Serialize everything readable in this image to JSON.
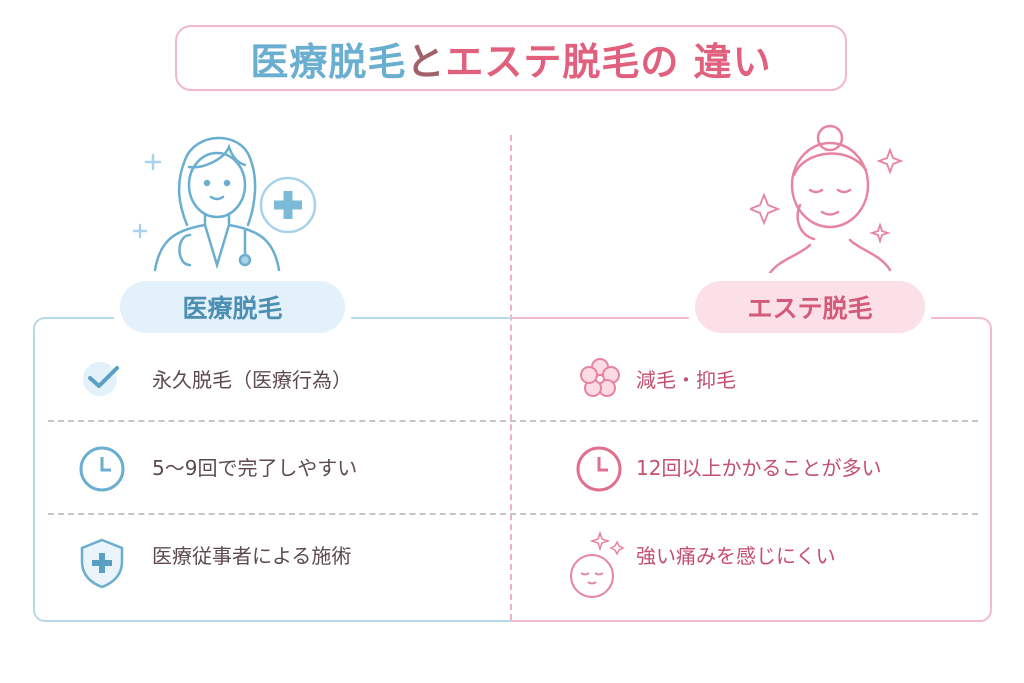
{
  "title": {
    "part1": "医療脱毛",
    "part2": "と",
    "part3": "エステ脱毛",
    "part4": "の 違い"
  },
  "colors": {
    "blue": "#6aaed0",
    "pink": "#e0607e",
    "text_dark": "#5d4a4e"
  },
  "left": {
    "label": "医療脱毛",
    "illustration": "doctor-icon",
    "rows": [
      {
        "icon": "check-icon",
        "text": "永久脱毛（医療行為）"
      },
      {
        "icon": "clock-icon",
        "text": "5〜9回で完了しやすい"
      },
      {
        "icon": "shield-plus-icon",
        "text": "医療従事者による施術"
      }
    ]
  },
  "right": {
    "label": "エステ脱毛",
    "illustration": "woman-icon",
    "rows": [
      {
        "icon": "flower-icon",
        "text": "減毛・抑毛"
      },
      {
        "icon": "clock-icon",
        "text": "12回以上かかることが多い"
      },
      {
        "icon": "relaxed-face-icon",
        "text": "強い痛みを感じにくい"
      }
    ]
  }
}
